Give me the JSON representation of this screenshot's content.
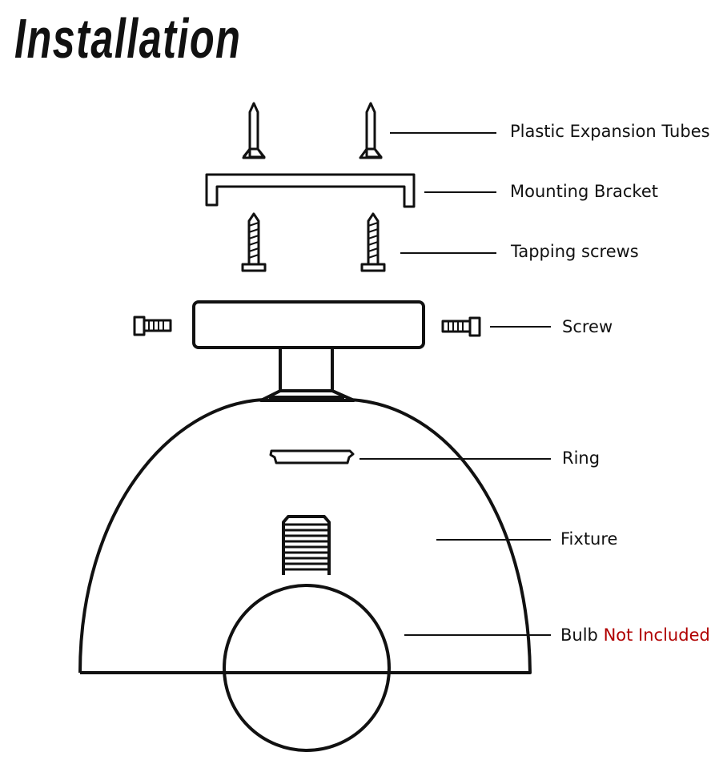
{
  "title": "Installation",
  "labels": {
    "tubes": "Plastic Expansion Tubes",
    "bracket": "Mounting Bracket",
    "tapping": "Tapping screws",
    "screw": "Screw",
    "ring": "Ring",
    "fixture": "Fixture",
    "bulb": "Bulb",
    "bulb_note": "Not Included"
  },
  "colors": {
    "line": "#111111",
    "note": "#b00000"
  }
}
